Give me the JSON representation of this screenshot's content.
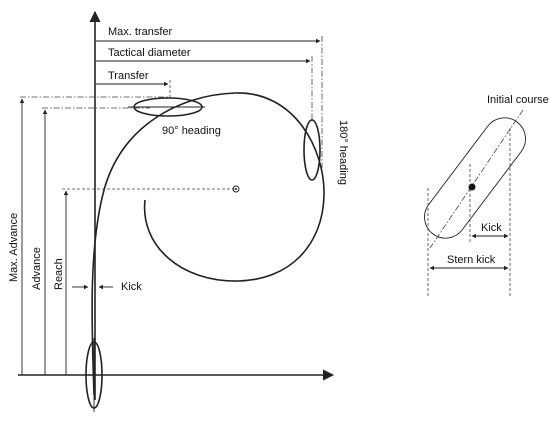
{
  "labels": {
    "max_transfer": "Max. transfer",
    "tactical_diameter": "Tactical diameter",
    "transfer": "Transfer",
    "heading_90": "90° heading",
    "heading_180": "180° heading",
    "max_advance": "Max. Advance",
    "advance": "Advance",
    "reach": "Reach",
    "kick": "Kick"
  },
  "inset": {
    "initial_course": "Initial course",
    "kick": "Kick",
    "stern_kick": "Stern kick"
  }
}
